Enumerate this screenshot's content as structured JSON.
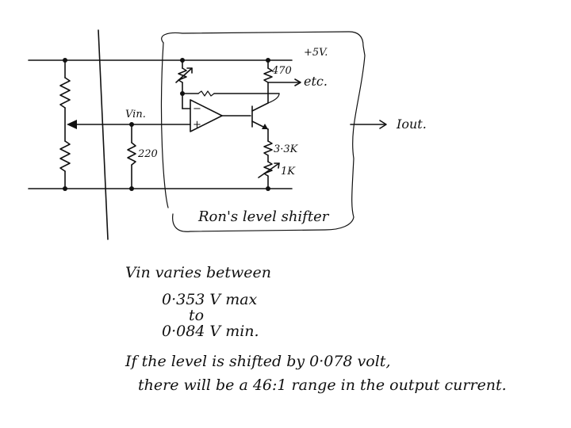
{
  "schematic": {
    "supply_label": "+5V.",
    "resistor_top_label": "470",
    "etc_label": "etc.",
    "vin_label": "Vin.",
    "resistor_220_label": "220",
    "resistor_3k3_label": "3·3K",
    "pot_1k_label": "1K",
    "opamp_minus": "−",
    "opamp_plus": "+",
    "iout_label": "Iout.",
    "box_label": "Ron's level shifter"
  },
  "notes": {
    "line1": "Vin varies between",
    "line2": "0·353 V   max",
    "line3": "to",
    "line4": "0·084 V   min.",
    "line5": "If the level is shifted by 0·078 volt,",
    "line6": "there will be a 46:1 range in the output current."
  },
  "colors": {
    "ink": "#111111",
    "paper": "#ffffff"
  }
}
